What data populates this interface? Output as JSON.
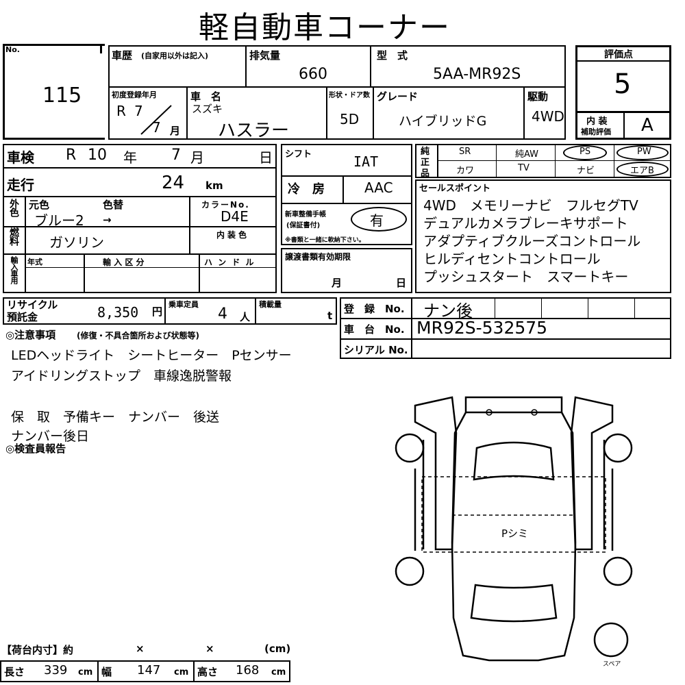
{
  "title": "軽自動車コーナー",
  "lot": {
    "label": "No.",
    "value": "115"
  },
  "history": {
    "label": "車歴",
    "note": "(自家用以外は記入)"
  },
  "displacement": {
    "label": "排気量",
    "value": "660"
  },
  "model": {
    "label": "型　式",
    "value": "5AA-MR92S"
  },
  "rating": {
    "label": "評価点",
    "value": "5",
    "interior_label_1": "内 装",
    "interior_label_2": "補助評価",
    "interior_value": "A"
  },
  "first_reg": {
    "label": "初度登録年月",
    "era": "R",
    "year": "7",
    "month_unit": "月",
    "month": "7"
  },
  "car_name": {
    "label": "車　名",
    "maker": "スズキ",
    "name": "ハスラー"
  },
  "doors": {
    "label": "形状・ドア数",
    "value": "5D"
  },
  "grade": {
    "label": "グレード",
    "value": "ハイブリッドG"
  },
  "drive": {
    "label": "駆動",
    "value": "4WD"
  },
  "inspection": {
    "label": "車検",
    "era": "R",
    "year": "10",
    "year_unit": "年",
    "month": "7",
    "month_unit": "月",
    "day_unit": "日"
  },
  "mileage": {
    "label": "走行",
    "value": "24",
    "unit": "km"
  },
  "color": {
    "side_label": "外色",
    "orig_label": "元色",
    "changed_label": "色替",
    "orig": "ブルー2",
    "arrow": "→",
    "code_label": "カラーNo.",
    "code": "D4E"
  },
  "fuel": {
    "label": "燃料",
    "value": "ガソリン",
    "interior_color_label": "内装色"
  },
  "import": {
    "label": "輸入車用",
    "year_label": "年式",
    "class_label": "輸 入 区 分",
    "handle_label": "ハ ン ド ル"
  },
  "shift": {
    "label": "シフト",
    "value": "IAT"
  },
  "ac": {
    "label": "冷　房",
    "value": "AAC"
  },
  "warranty": {
    "label_1": "新車整備手帳",
    "label_2": "(保証書付)",
    "value": "有",
    "note": "※書類と一緒に軟納下さい。"
  },
  "transfer": {
    "label": "譲渡書類有効期限",
    "month": "月",
    "day": "日"
  },
  "equipment": {
    "label_1": "純",
    "label_2": "正",
    "label_3": "品",
    "items": [
      "SR",
      "純AW",
      "PS",
      "PW",
      "カワ",
      "TV",
      "ナビ",
      "エアB"
    ]
  },
  "sales_points": {
    "label": "セールスポイント",
    "lines": [
      "4WD　メモリーナビ　フルセグTV",
      "デュアルカメラブレーキサポート",
      "アダプティブクルーズコントロール",
      "ヒルディセントコントロール",
      "プッシュスタート　スマートキー"
    ]
  },
  "recycle": {
    "label_1": "リサイクル",
    "label_2": "預託金",
    "value": "8,350",
    "unit": "円"
  },
  "capacity": {
    "label": "乗車定員",
    "value": "4",
    "unit": "人"
  },
  "load": {
    "label": "積載量",
    "unit": "t"
  },
  "registration": {
    "label": "登　録　No.",
    "value": "ナン後"
  },
  "chassis": {
    "label": "車　台　No.",
    "value": "MR92S-532575"
  },
  "serial": {
    "label": "シリアル No."
  },
  "notes": {
    "heading": "◎注意事項",
    "heading_sub": "(修復・不具合箇所および状態等)",
    "lines": [
      "LEDヘッドライト　シートヒーター　Pセンサー",
      "アイドリングストップ　車線逸脱警報",
      "",
      "保　取　予備キー　ナンバー　後送",
      "ナンバー後日"
    ]
  },
  "inspector": {
    "heading": "◎検査員報告"
  },
  "diagram": {
    "mark": "Pシミ",
    "spare": "スペア"
  },
  "cargo": {
    "label": "【荷台内寸】約",
    "x1": "×",
    "x2": "×",
    "unit_note": "(cm)",
    "length_label": "長さ",
    "length": "339",
    "width_label": "幅",
    "width": "147",
    "height_label": "高さ",
    "height": "168",
    "unit": "cm"
  }
}
